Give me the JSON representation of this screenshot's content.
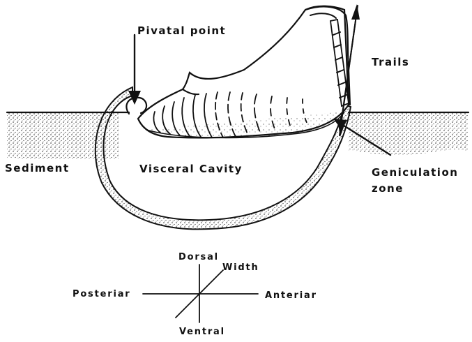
{
  "labels": {
    "pivotal_point": "Pivatal point",
    "trails": "Trails",
    "sediment": "Sediment",
    "visceral_cavity": "Visceral Cavity",
    "geniculation_zone_line1": "Geniculation",
    "geniculation_zone_line2": "zone"
  },
  "orientation": {
    "dorsal": "Dorsal",
    "ventral": "Ventral",
    "anterior": "Anteriar",
    "posterior": "Posteriar",
    "width": "Width"
  },
  "colors": {
    "ink": "#111111",
    "background": "#ffffff"
  }
}
